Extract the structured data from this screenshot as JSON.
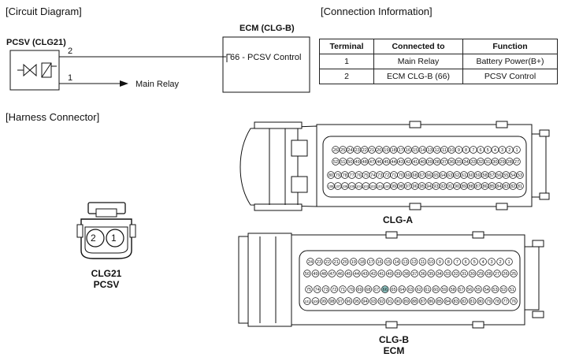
{
  "sections": {
    "circuit": "[Circuit Diagram]",
    "connection": "[Connection Information]",
    "harness": "[Harness Connector]"
  },
  "circuit": {
    "component": "PCSV (CLG21)",
    "ecm_title": "ECM (CLG-B)",
    "ecm_pin": "66 - PCSV Control",
    "wire_2": "2",
    "wire_1": "1",
    "main_relay": "Main Relay"
  },
  "table": {
    "headers": [
      "Terminal",
      "Connected to",
      "Function"
    ],
    "rows": [
      [
        "1",
        "Main Relay",
        "Battery Power(B+)"
      ],
      [
        "2",
        "ECM CLG-B (66)",
        "PCSV Control"
      ]
    ]
  },
  "connectors": {
    "clg21": {
      "pins": [
        "2",
        "1"
      ],
      "caption1": "CLG21",
      "caption2": "PCSV"
    },
    "clga": {
      "caption": "CLG-A",
      "rows": [
        [
          "26",
          "25",
          "24",
          "23",
          "22",
          "21",
          "20",
          "19",
          "18",
          "17",
          "16",
          "15",
          "14",
          "13",
          "12",
          "11",
          "10",
          "9",
          "8",
          "7",
          "6",
          "5",
          "4",
          "3",
          "2",
          "1"
        ],
        [
          "52",
          "51",
          "50",
          "49",
          "48",
          "47",
          "46",
          "45",
          "44",
          "43",
          "42",
          "41",
          "40",
          "39",
          "38",
          "37",
          "36",
          "35",
          "34",
          "33",
          "32",
          "31",
          "30",
          "29",
          "28",
          "27"
        ],
        [
          "80",
          "79",
          "78",
          "77",
          "76",
          "75",
          "74",
          "73",
          "72",
          "71",
          "70",
          "69",
          "68",
          "67",
          "66",
          "65",
          "64",
          "63",
          "62",
          "61",
          "60",
          "59",
          "58",
          "57",
          "56",
          "55",
          "54",
          "53"
        ],
        [
          "108",
          "107",
          "106",
          "105",
          "104",
          "103",
          "102",
          "101",
          "100",
          "99",
          "98",
          "97",
          "96",
          "95",
          "94",
          "93",
          "92",
          "91",
          "90",
          "89",
          "88",
          "87",
          "86",
          "85",
          "84",
          "83",
          "82",
          "81"
        ]
      ]
    },
    "clgb": {
      "caption1": "CLG-B",
      "caption2": "ECM",
      "highlight": "66",
      "highlight_color": "#8fc7c5",
      "rows": [
        [
          "24",
          "23",
          "22",
          "21",
          "20",
          "19",
          "18",
          "17",
          "16",
          "15",
          "14",
          "13",
          "12",
          "11",
          "10",
          "9",
          "8",
          "7",
          "6",
          "5",
          "4",
          "3",
          "2",
          "1"
        ],
        [
          "50",
          "49",
          "48",
          "47",
          "46",
          "45",
          "44",
          "43",
          "42",
          "41",
          "40",
          "39",
          "38",
          "37",
          "36",
          "35",
          "34",
          "33",
          "32",
          "31",
          "30",
          "29",
          "28",
          "27",
          "26",
          "25"
        ],
        [
          "75",
          "74",
          "73",
          "72",
          "71",
          "70",
          "69",
          "68",
          "67",
          "66",
          "65",
          "64",
          "63",
          "62",
          "61",
          "60",
          "59",
          "58",
          "57",
          "56",
          "55",
          "54",
          "53",
          "52",
          "51"
        ],
        [
          "101",
          "100",
          "99",
          "98",
          "97",
          "96",
          "95",
          "94",
          "93",
          "92",
          "91",
          "90",
          "89",
          "88",
          "87",
          "86",
          "85",
          "84",
          "83",
          "82",
          "81",
          "80",
          "79",
          "78",
          "77",
          "76"
        ]
      ]
    }
  }
}
